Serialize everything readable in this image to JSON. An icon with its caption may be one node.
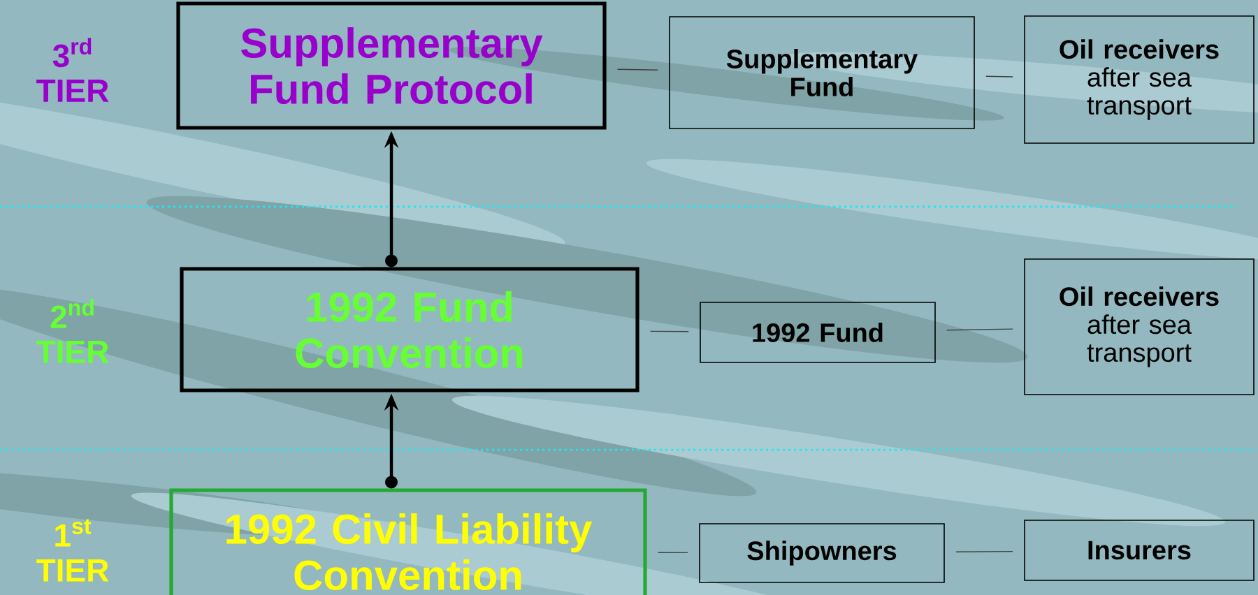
{
  "diagram": {
    "nodes": [
      {
        "text": [
          "Supplementary Fund Protocol"
        ]
      },
      {
        "text": [
          "Supplementary Fund"
        ]
      },
      {
        "text": [
          "Oil receivers",
          "after sea transport"
        ]
      },
      {
        "text": [
          "1992 Fund Convention"
        ]
      },
      {
        "text": [
          "1992 Fund"
        ]
      },
      {
        "text": [
          "Oil receivers",
          "after sea transport"
        ]
      },
      {
        "text": [
          "1992 Civil Liability Convention"
        ]
      },
      {
        "text": [
          "Shipowners"
        ]
      },
      {
        "text": [
          "Insurers"
        ]
      }
    ],
    "edges": [
      {
        "from": 6,
        "to": 3,
        "arrow": "to",
        "style": "thick"
      },
      {
        "from": 3,
        "to": 0,
        "arrow": "to",
        "style": "thick"
      },
      {
        "from": 0,
        "to": 1,
        "arrow": "none"
      },
      {
        "from": 1,
        "to": 2,
        "arrow": "none"
      },
      {
        "from": 3,
        "to": 4,
        "arrow": "none"
      },
      {
        "from": 4,
        "to": 5,
        "arrow": "none"
      },
      {
        "from": 6,
        "to": 7,
        "arrow": "none"
      },
      {
        "from": 7,
        "to": 8,
        "arrow": "none"
      }
    ],
    "labels": [
      "3$^{rd}$ TIER",
      "2$^{nd}$ TIER",
      "1$^{st}$ TIER"
    ]
  }
}
